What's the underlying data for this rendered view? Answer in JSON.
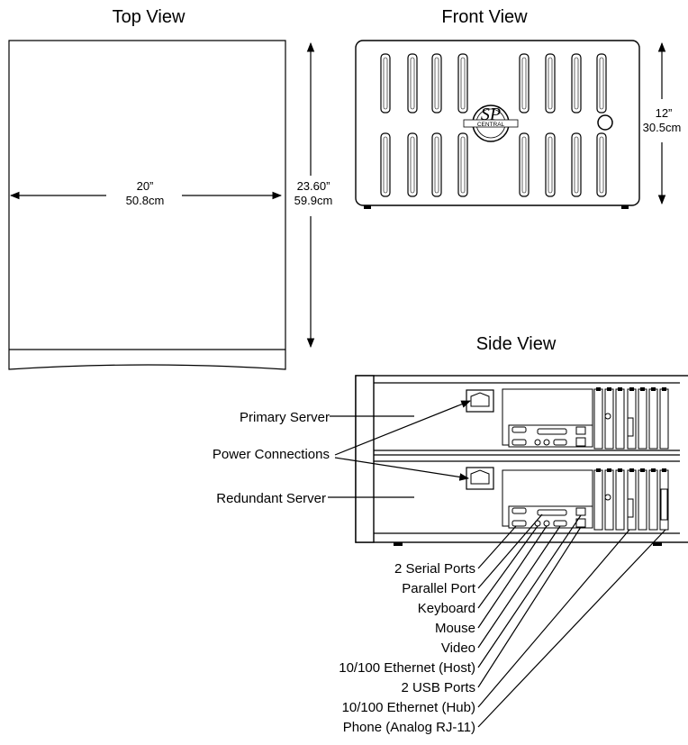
{
  "views": {
    "top": {
      "title": "Top View",
      "width_in": "20”",
      "width_cm": "50.8cm",
      "depth_in": "23.60”",
      "depth_cm": "59.9cm"
    },
    "front": {
      "title": "Front View",
      "height_in": "12”",
      "height_cm": "30.5cm"
    },
    "side": {
      "title": "Side View"
    }
  },
  "logo": {
    "text": "SP",
    "ring_text": "CENTRAL"
  },
  "callouts": {
    "primary_server": "Primary Server",
    "power_connections": "Power Connections",
    "redundant_server": "Redundant Server"
  },
  "ports": [
    "2 Serial Ports",
    "Parallel Port",
    "Keyboard",
    "Mouse",
    "Video",
    "10/100 Ethernet (Host)",
    "2 USB Ports",
    "10/100 Ethernet (Hub)",
    "Phone (Analog RJ-11)"
  ]
}
